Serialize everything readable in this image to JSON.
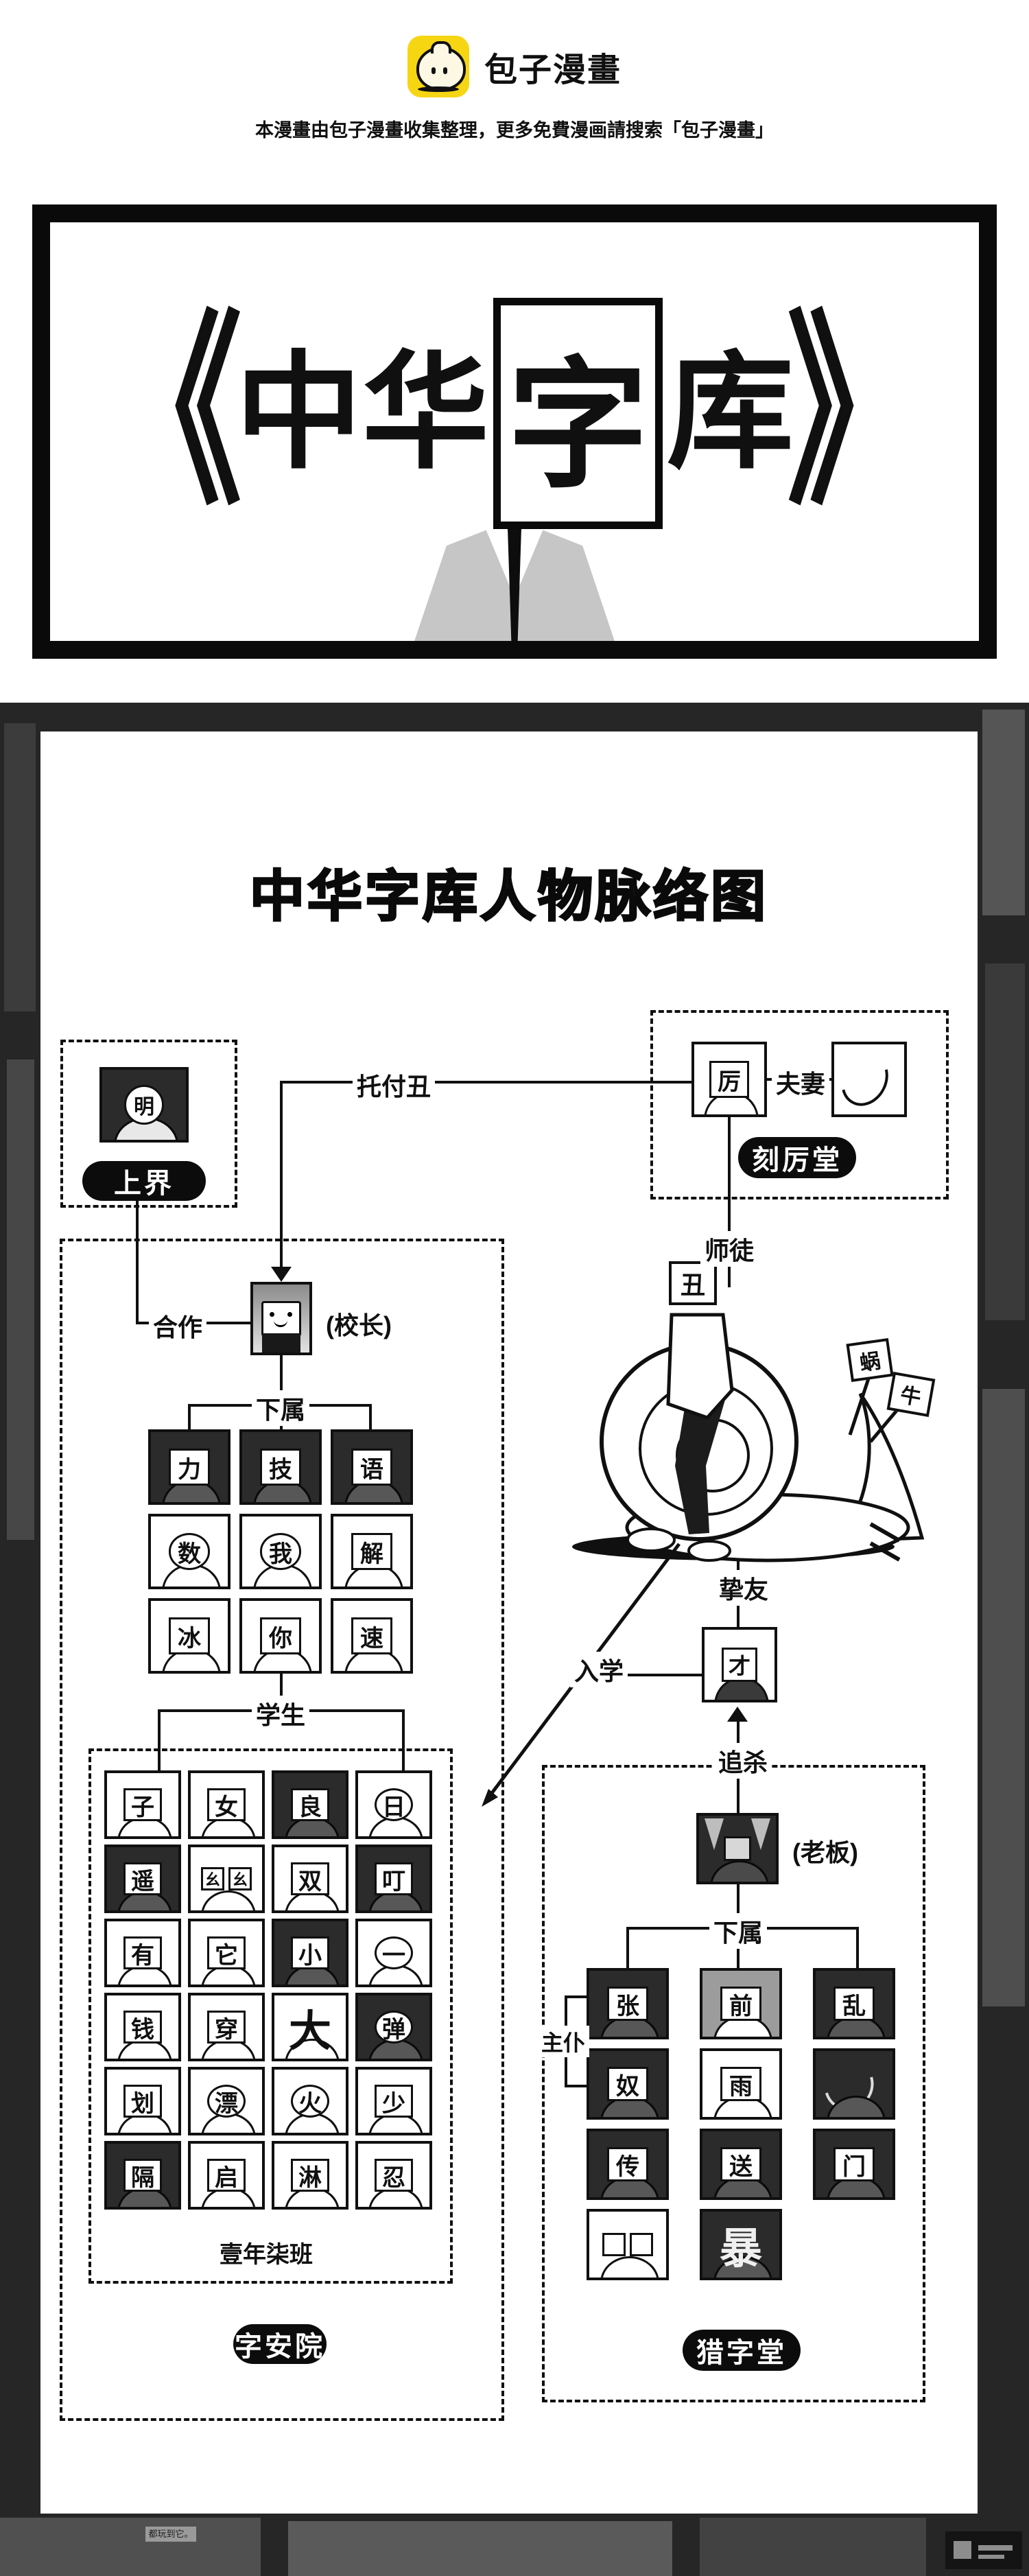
{
  "header": {
    "brand": "包子漫畫",
    "notice": "本漫畫由包子漫畫收集整理，更多免費漫画請搜索「包子漫畫」"
  },
  "cover": {
    "bracket_open": "《",
    "title_left": "中华",
    "head_char": "字",
    "title_right": "库",
    "bracket_close": "》"
  },
  "diagram": {
    "title": "中华字库人物脉络图",
    "relations": {
      "entrust": "托付丑",
      "cooperate": "合作",
      "master_disciple": "师徒",
      "principal": "(校长)",
      "subordinate": "下属",
      "students": "学生",
      "couple": "夫妻",
      "best_friend": "挚友",
      "enroll": "入学",
      "hunt": "追杀",
      "boss": "(老板)",
      "master_servant": "主仆"
    },
    "groups": {
      "shangjie": {
        "label": "上界",
        "portrait_char": "明"
      },
      "kelitang": {
        "label": "刻厉堂",
        "husband_char": "厉"
      },
      "zianyuan": {
        "label": "字安院",
        "class_label": "壹年柒班"
      },
      "liezitang": {
        "label": "猎字堂"
      }
    },
    "snail": {
      "head_char": "丑",
      "sign_left": "蜗",
      "sign_right": "牛"
    },
    "friend_char": "才",
    "faculty_grid": [
      {
        "char": "力",
        "bg": "dark"
      },
      {
        "char": "技",
        "bg": "dark"
      },
      {
        "char": "语",
        "bg": "dark"
      },
      {
        "char": "数",
        "bg": "light",
        "shape": "round"
      },
      {
        "char": "我",
        "bg": "light",
        "shape": "round"
      },
      {
        "char": "解",
        "bg": "light"
      },
      {
        "char": "冰",
        "bg": "light"
      },
      {
        "char": "你",
        "bg": "light"
      },
      {
        "char": "速",
        "bg": "light"
      }
    ],
    "student_grid": [
      {
        "char": "子",
        "bg": "light"
      },
      {
        "char": "女",
        "bg": "light"
      },
      {
        "char": "良",
        "bg": "dark"
      },
      {
        "char": "日",
        "bg": "light",
        "shape": "round"
      },
      {
        "char": "遥",
        "bg": "dark"
      },
      {
        "char": "幺幺",
        "bg": "light",
        "shape": "pair"
      },
      {
        "char": "双",
        "bg": "light"
      },
      {
        "char": "叮",
        "bg": "dark"
      },
      {
        "char": "有",
        "bg": "light"
      },
      {
        "char": "它",
        "bg": "light"
      },
      {
        "char": "小",
        "bg": "dark"
      },
      {
        "char": "一",
        "bg": "light",
        "shape": "round"
      },
      {
        "char": "钱",
        "bg": "light"
      },
      {
        "char": "穿",
        "bg": "light"
      },
      {
        "char": "大",
        "bg": "light",
        "shape": "plain"
      },
      {
        "char": "弹",
        "bg": "dark",
        "shape": "round"
      },
      {
        "char": "划",
        "bg": "light"
      },
      {
        "char": "漂",
        "bg": "light",
        "shape": "round"
      },
      {
        "char": "火",
        "bg": "light",
        "shape": "round"
      },
      {
        "char": "少",
        "bg": "light"
      },
      {
        "char": "隔",
        "bg": "dark"
      },
      {
        "char": "启",
        "bg": "light"
      },
      {
        "char": "淋",
        "bg": "light"
      },
      {
        "char": "忍",
        "bg": "light"
      }
    ],
    "hunter_grid": [
      {
        "char": "张",
        "bg": "dark"
      },
      {
        "char": "前",
        "bg": "shade"
      },
      {
        "char": "乱",
        "bg": "dark"
      },
      {
        "char": "奴",
        "bg": "dark"
      },
      {
        "char": "雨",
        "bg": "light"
      },
      {
        "char": "",
        "bg": "dark",
        "shape": "art"
      },
      {
        "char": "传",
        "bg": "dark"
      },
      {
        "char": "送",
        "bg": "dark"
      },
      {
        "char": "门",
        "bg": "dark"
      },
      {
        "char": "",
        "bg": "light",
        "shape": "pair"
      },
      {
        "char": "暴",
        "bg": "dark",
        "shape": "plain"
      },
      {
        "empty": true
      }
    ]
  },
  "background": {
    "speech": "都玩到它。"
  },
  "colors": {
    "accent_yellow": "#f6d513",
    "ink": "#101010",
    "paper": "#ffffff",
    "stage_bg": "#262626",
    "suit_grey": "#c6c6c6"
  }
}
